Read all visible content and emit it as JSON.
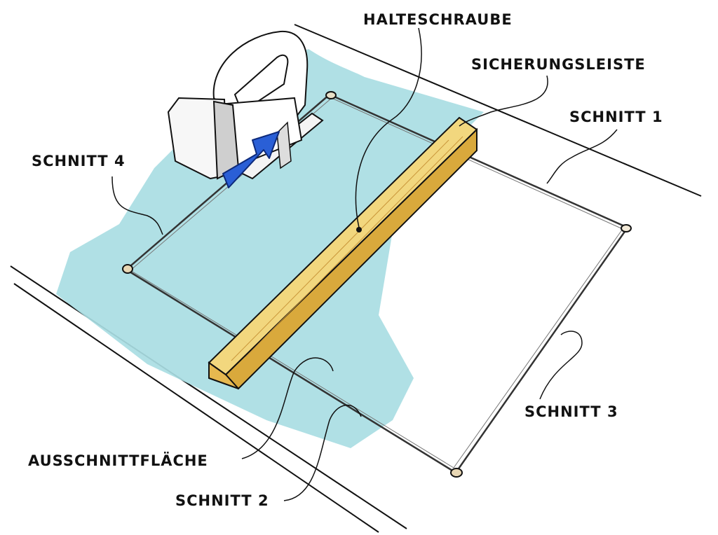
{
  "labels": {
    "halteschraube": "HALTESCHRAUBE",
    "sicherungsleiste": "SICHERUNGSLEISTE",
    "schnitt1": "SCHNITT 1",
    "schnitt4": "SCHNITT 4",
    "schnitt3": "SCHNITT 3",
    "ausschnittflaeche": "AUSSCHNITTFLÄCHE",
    "schnitt2": "SCHNITT 2"
  },
  "colors": {
    "cutout_area": "#a9dde3",
    "batten": "#eecf73",
    "arrow": "#2a5fd6",
    "ink": "#111111"
  }
}
